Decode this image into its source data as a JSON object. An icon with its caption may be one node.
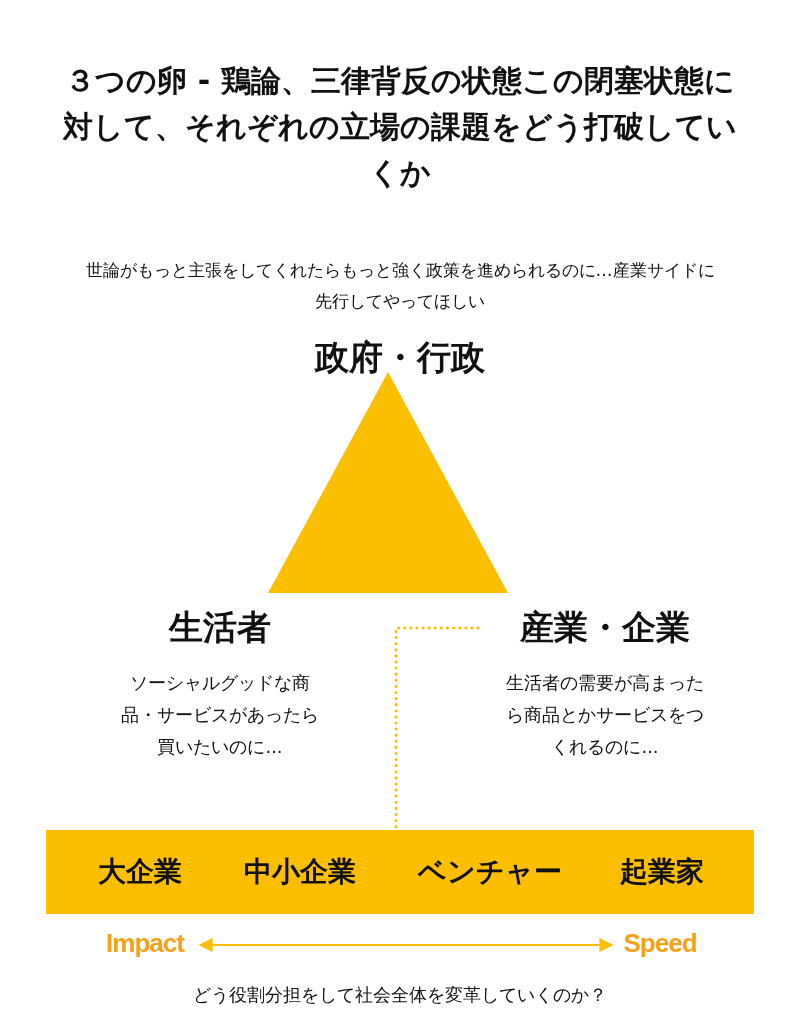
{
  "diagram": {
    "title": "３つの卵 - 鶏論、三律背反の状態この閉塞状態に対して、それぞれの立場の課題をどう打破していくか",
    "nodes": [
      {
        "text": [
          "政府・行政"
        ],
        "beside": [
          "世論がもっと主張をしてくれたらもっと強く政策を進められるのに…産業サイドに先行してやってほしい"
        ]
      },
      {
        "text": [],
        "shape": "triangle"
      },
      {
        "text": [
          "生活者"
        ],
        "beside": [
          "ソーシャルグッドな商品・サービスがあったら買いたいのに..."
        ]
      },
      {
        "text": [
          "産業・企業"
        ],
        "beside": [
          "生活者の需要が高まったら商品とかサービスをつくれるのに..."
        ]
      },
      {
        "text": [
          "大企業",
          "中小企業",
          "ベンチャー",
          "起業家"
        ]
      },
      {
        "text": [
          "Impact"
        ]
      },
      {
        "text": [
          "Speed"
        ]
      }
    ],
    "edges": [
      {
        "from": 3,
        "to": 4,
        "arrow": "none",
        "style": "dashed"
      },
      {
        "from": 5,
        "to": 6,
        "arrow": "both"
      }
    ],
    "labels": [
      "どう役割分担をして社会全体を変革していくのか？"
    ]
  }
}
